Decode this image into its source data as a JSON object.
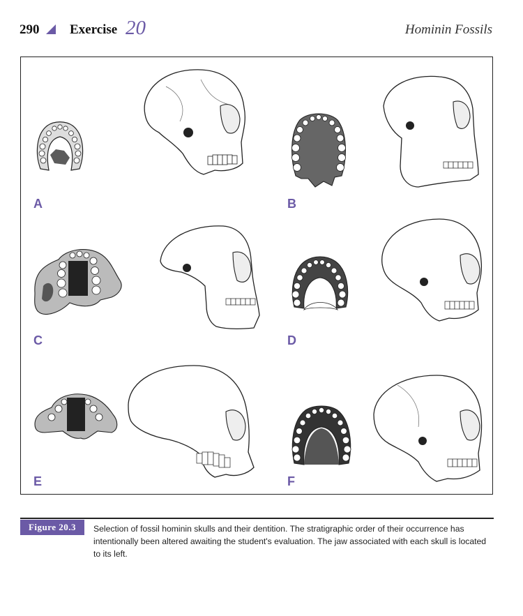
{
  "header": {
    "page_number": "290",
    "exercise_label": "Exercise",
    "exercise_number": "20",
    "chapter_title": "Hominin Fossils"
  },
  "figure": {
    "panels": [
      {
        "letter": "A"
      },
      {
        "letter": "B"
      },
      {
        "letter": "C"
      },
      {
        "letter": "D"
      },
      {
        "letter": "E"
      },
      {
        "letter": "F"
      }
    ],
    "label": "Figure 20.3",
    "caption": "Selection of fossil hominin skulls and their dentition. The stratigraphic order of their occurrence has intentionally been altered awaiting the student's evaluation. The jaw associated with each skull is located to its left."
  },
  "colors": {
    "accent": "#6b5aa6",
    "text": "#111111",
    "frame": "#222222"
  }
}
